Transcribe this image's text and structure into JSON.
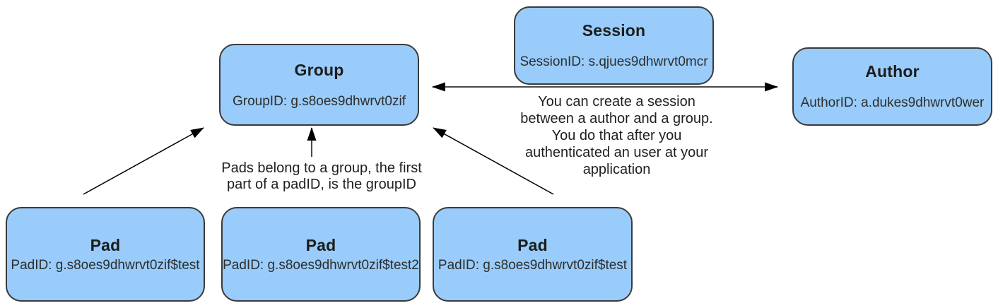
{
  "diagram": {
    "title": "Etherpad entity relationship diagram",
    "colors": {
      "node_fill": "#99CCFA",
      "node_border": "#3A3A3A",
      "arrow": "#000000",
      "text": "#1F1F1F"
    },
    "nodes": {
      "group": {
        "title": "Group",
        "body": "GroupID: g.s8oes9dhwrvt0zif"
      },
      "session": {
        "title": "Session",
        "body": "SessionID: s.qjues9dhwrvt0mcr"
      },
      "author": {
        "title": "Author",
        "body": "AuthorID: a.dukes9dhwrvt0wer"
      },
      "pad1": {
        "title": "Pad",
        "body": "PadID: g.s8oes9dhwrvt0zif$test"
      },
      "pad2": {
        "title": "Pad",
        "body": "PadID: g.s8oes9dhwrvt0zif$test2"
      },
      "pad3": {
        "title": "Pad",
        "body": "PadID: g.s8oes9dhwrvt0zif$test"
      }
    },
    "annotations": {
      "pads_note": {
        "text": "Pads belong to a group, the first\npart of a padID, is the groupID"
      },
      "session_note": {
        "text": "You can create a session\nbetween a author and a group.\nYou do that after you\nauthenticated an user at your\napplication"
      }
    }
  }
}
